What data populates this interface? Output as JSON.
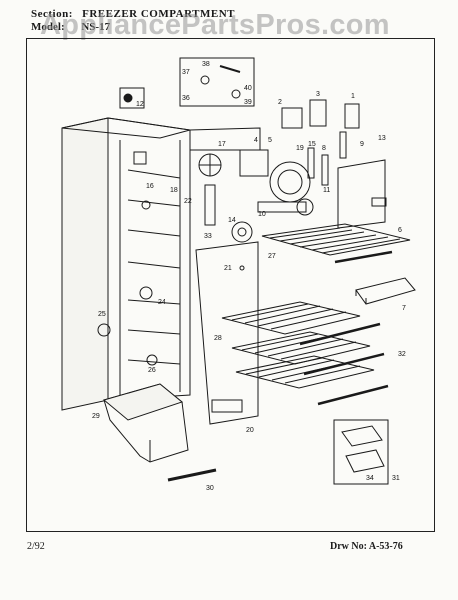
{
  "header": {
    "section_label": "Section:",
    "section_title": "FREEZER COMPARTMENT",
    "model_label": "Model:",
    "model_value": "NS-17"
  },
  "watermark": "AppliancePartsPros.com",
  "footer": {
    "date": "2/92",
    "drawing_number": "Drw No: A-53-76"
  },
  "part_labels": [
    "1",
    "2",
    "3",
    "4",
    "5",
    "6",
    "7",
    "8",
    "9",
    "10",
    "11",
    "12",
    "13",
    "14",
    "15",
    "16",
    "17",
    "18",
    "19",
    "20",
    "21",
    "22",
    "24",
    "25",
    "26",
    "27",
    "28",
    "29",
    "30",
    "31",
    "32",
    "33",
    "34",
    "36",
    "37",
    "38",
    "39",
    "40"
  ]
}
